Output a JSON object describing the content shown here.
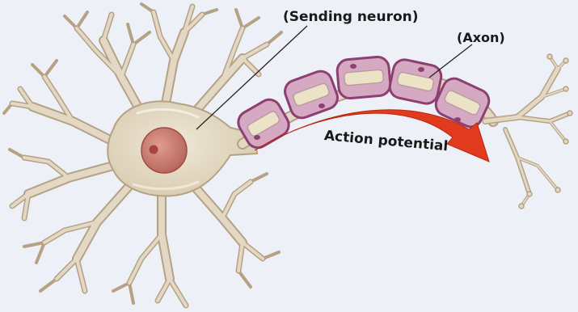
{
  "labels": {
    "sending_neuron": "(Sending neuron)",
    "axon": "(Axon)",
    "action_potential": "Action potential"
  },
  "colors": {
    "background": "#eef0f7",
    "neuron_body": "#e3d8c3",
    "neuron_outline": "#b5a285",
    "nucleus": "#c97a6f",
    "nucleolus": "#a8443e",
    "myelin_fill": "#d6a9c3",
    "myelin_outline": "#8e3f72",
    "axon_core": "#ece2c6",
    "arrow": "#e23a1c",
    "leader_line": "#222222"
  }
}
